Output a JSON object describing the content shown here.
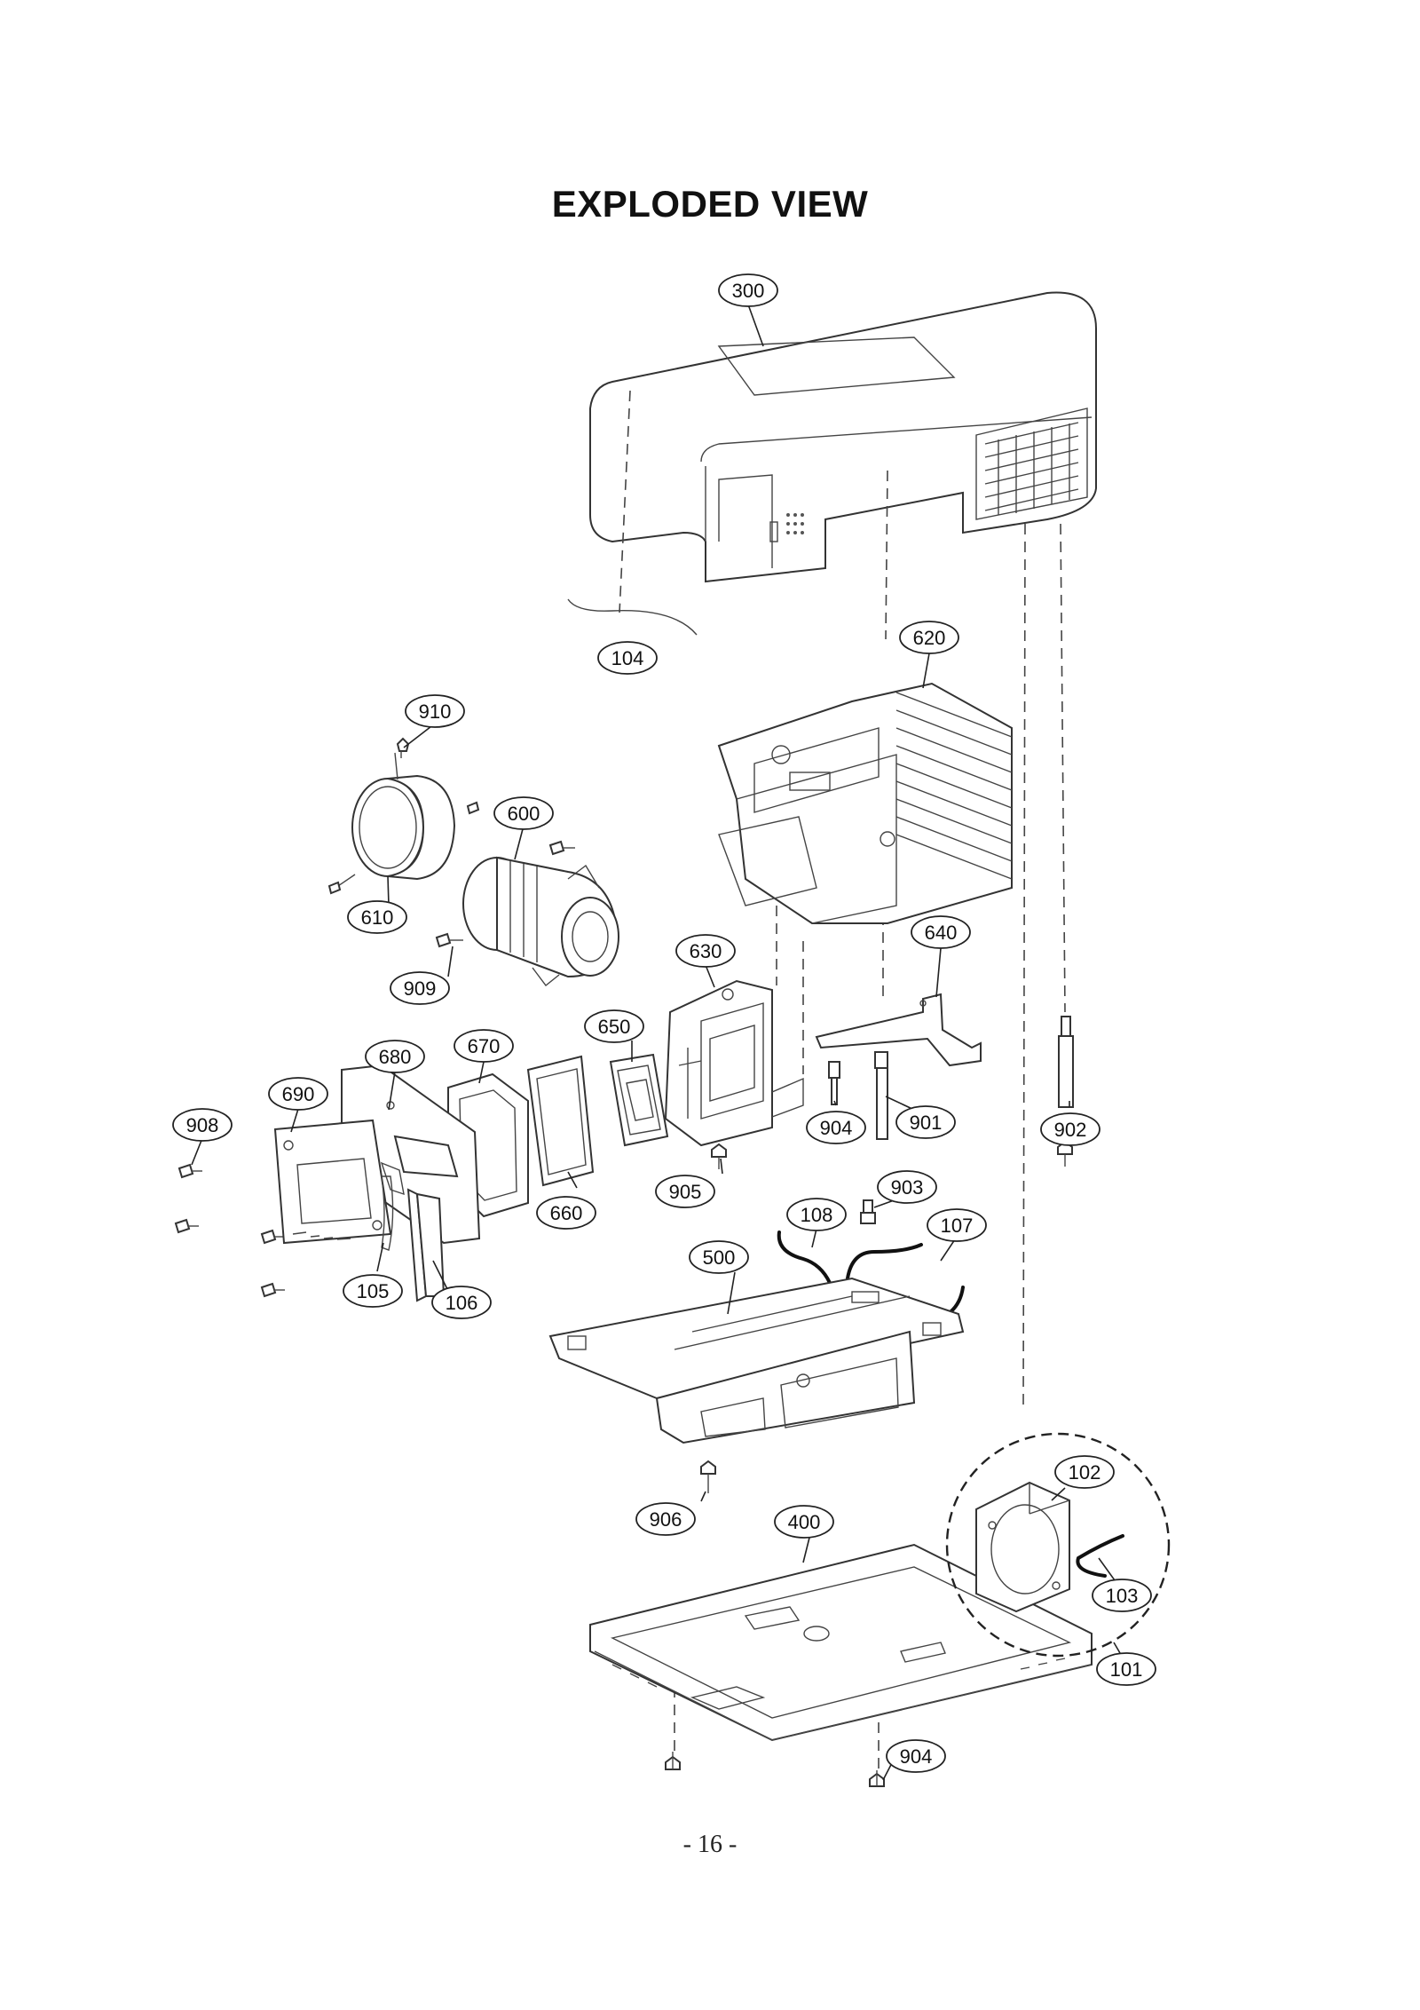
{
  "page": {
    "title": "EXPLODED VIEW",
    "page_number": "- 16 -"
  },
  "parts": [
    {
      "id": "300"
    },
    {
      "id": "104"
    },
    {
      "id": "620"
    },
    {
      "id": "910"
    },
    {
      "id": "600"
    },
    {
      "id": "610"
    },
    {
      "id": "909"
    },
    {
      "id": "630"
    },
    {
      "id": "640"
    },
    {
      "id": "650"
    },
    {
      "id": "670"
    },
    {
      "id": "680"
    },
    {
      "id": "690"
    },
    {
      "id": "908"
    },
    {
      "id": "904"
    },
    {
      "id": "901"
    },
    {
      "id": "902"
    },
    {
      "id": "905"
    },
    {
      "id": "660"
    },
    {
      "id": "903"
    },
    {
      "id": "108"
    },
    {
      "id": "107"
    },
    {
      "id": "500"
    },
    {
      "id": "105"
    },
    {
      "id": "106"
    },
    {
      "id": "102"
    },
    {
      "id": "906"
    },
    {
      "id": "400"
    },
    {
      "id": "103"
    },
    {
      "id": "101"
    },
    {
      "id": "904b",
      "label": "904"
    }
  ]
}
